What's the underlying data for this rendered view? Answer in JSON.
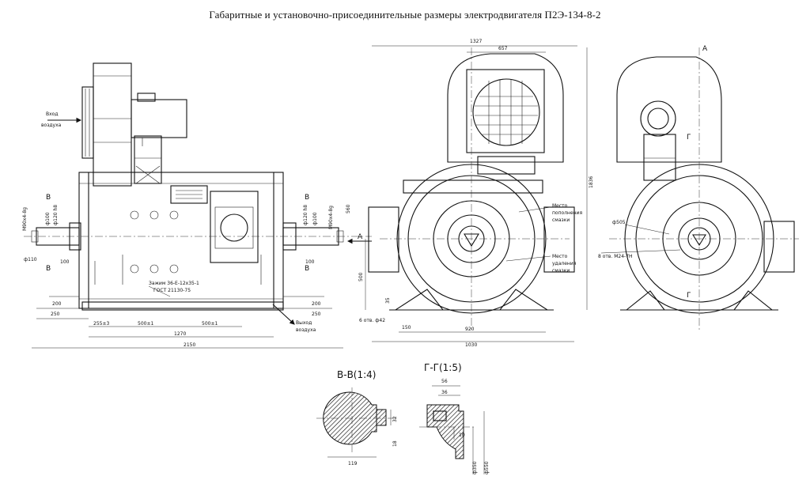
{
  "title": "Габаритные и установочно-присоединительные размеры электродвигателя П2Э-134-8-2",
  "front_view": {
    "air_in": [
      "Вход",
      "воздуха"
    ],
    "air_out": [
      "Выход",
      "воздуха"
    ],
    "bolt_note": [
      "Зажим 36-Е-12х35-1",
      "ГОСТ 21130-75"
    ],
    "section_b": "В",
    "view_a": "А",
    "shaft_left": "М90х4-8g",
    "shaft_right": "М90х4-8g",
    "d100": "ф100",
    "d120": "ф120 h8",
    "d110": "ф110",
    "d100r": "ф100",
    "d120r": "ф120 h8",
    "dim_100a": "100",
    "dim_100b": "100",
    "dim_200": "200",
    "dim_250": "250",
    "dim_200r": "200",
    "dim_250r": "250",
    "dim_255": "255±3",
    "dim_500a": "500±1",
    "dim_500b": "500±1",
    "dim_1270": "1270",
    "dim_2150": "2150",
    "dim_560": "560"
  },
  "end_view": {
    "dim_1327": "1327",
    "dim_657": "657",
    "dim_1836": "1836",
    "dim_920": "920",
    "dim_1030": "1030",
    "dim_500": "500",
    "dim_35": "35",
    "dim_150": "150",
    "holes": "6 отв. ф42",
    "lube_fill": [
      "Место",
      "пополнения",
      "смазки"
    ],
    "lube_drain": [
      "Место",
      "удаления",
      "смазки"
    ]
  },
  "view_a": {
    "label": "А",
    "section_g": "Г",
    "d505": "ф505",
    "holes": "8 отв. М24-7Н"
  },
  "section_bb": {
    "label": "В-В(1:4)",
    "d32": "32",
    "d18": "18",
    "d119": "119"
  },
  "section_gg": {
    "label": "Г-Г(1:5)",
    "d56": "56",
    "d36": "36",
    "d10": "10",
    "d350": "ф350",
    "d550": "ф550"
  }
}
